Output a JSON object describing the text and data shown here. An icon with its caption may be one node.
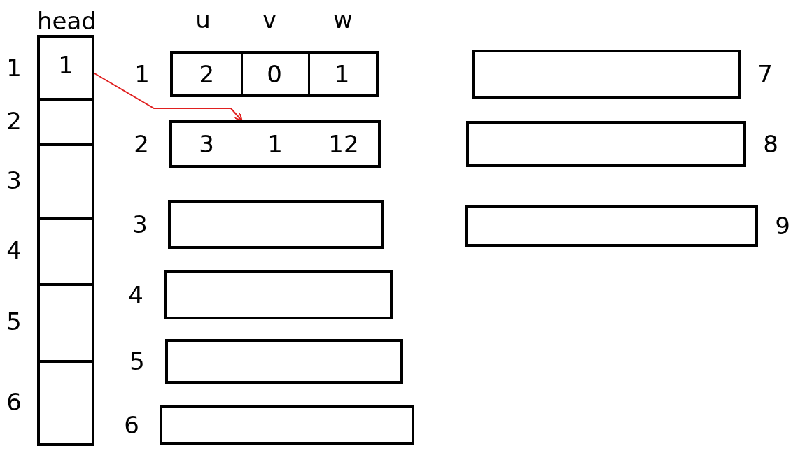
{
  "diagram": {
    "nodes": [
      {
        "text": [
          "head"
        ]
      },
      {
        "text": [
          "1"
        ],
        "in": 0,
        "beside": [
          "1"
        ]
      },
      {
        "text": [],
        "shape": "box",
        "in": 0,
        "beside": [
          "2"
        ]
      },
      {
        "text": [],
        "shape": "box",
        "in": 0,
        "beside": [
          "3"
        ]
      },
      {
        "text": [],
        "shape": "box",
        "in": 0,
        "beside": [
          "4"
        ]
      },
      {
        "text": [],
        "shape": "box",
        "in": 0,
        "beside": [
          "5"
        ]
      },
      {
        "text": [],
        "shape": "box",
        "in": 0,
        "beside": [
          "6"
        ]
      },
      {
        "text": [
          "2",
          "0",
          "1"
        ],
        "beside": [
          "1"
        ]
      },
      {
        "text": [
          "3",
          "1",
          "12"
        ],
        "beside": [
          "2"
        ]
      },
      {
        "text": [],
        "shape": "bar",
        "beside": [
          "3"
        ]
      },
      {
        "text": [],
        "shape": "bar",
        "beside": [
          "4"
        ]
      },
      {
        "text": [],
        "shape": "bar",
        "beside": [
          "5"
        ]
      },
      {
        "text": [],
        "shape": "bar",
        "beside": [
          "6"
        ]
      },
      {
        "text": [],
        "shape": "bar",
        "beside": [
          "7"
        ]
      },
      {
        "text": [],
        "shape": "bar",
        "beside": [
          "8"
        ]
      },
      {
        "text": [],
        "shape": "bar",
        "beside": [
          "9"
        ]
      }
    ],
    "edges": [
      {
        "from": 1,
        "to": 8,
        "arrow": "to",
        "color": "#e02020"
      }
    ],
    "labels": [
      "u",
      "v",
      "w"
    ]
  }
}
